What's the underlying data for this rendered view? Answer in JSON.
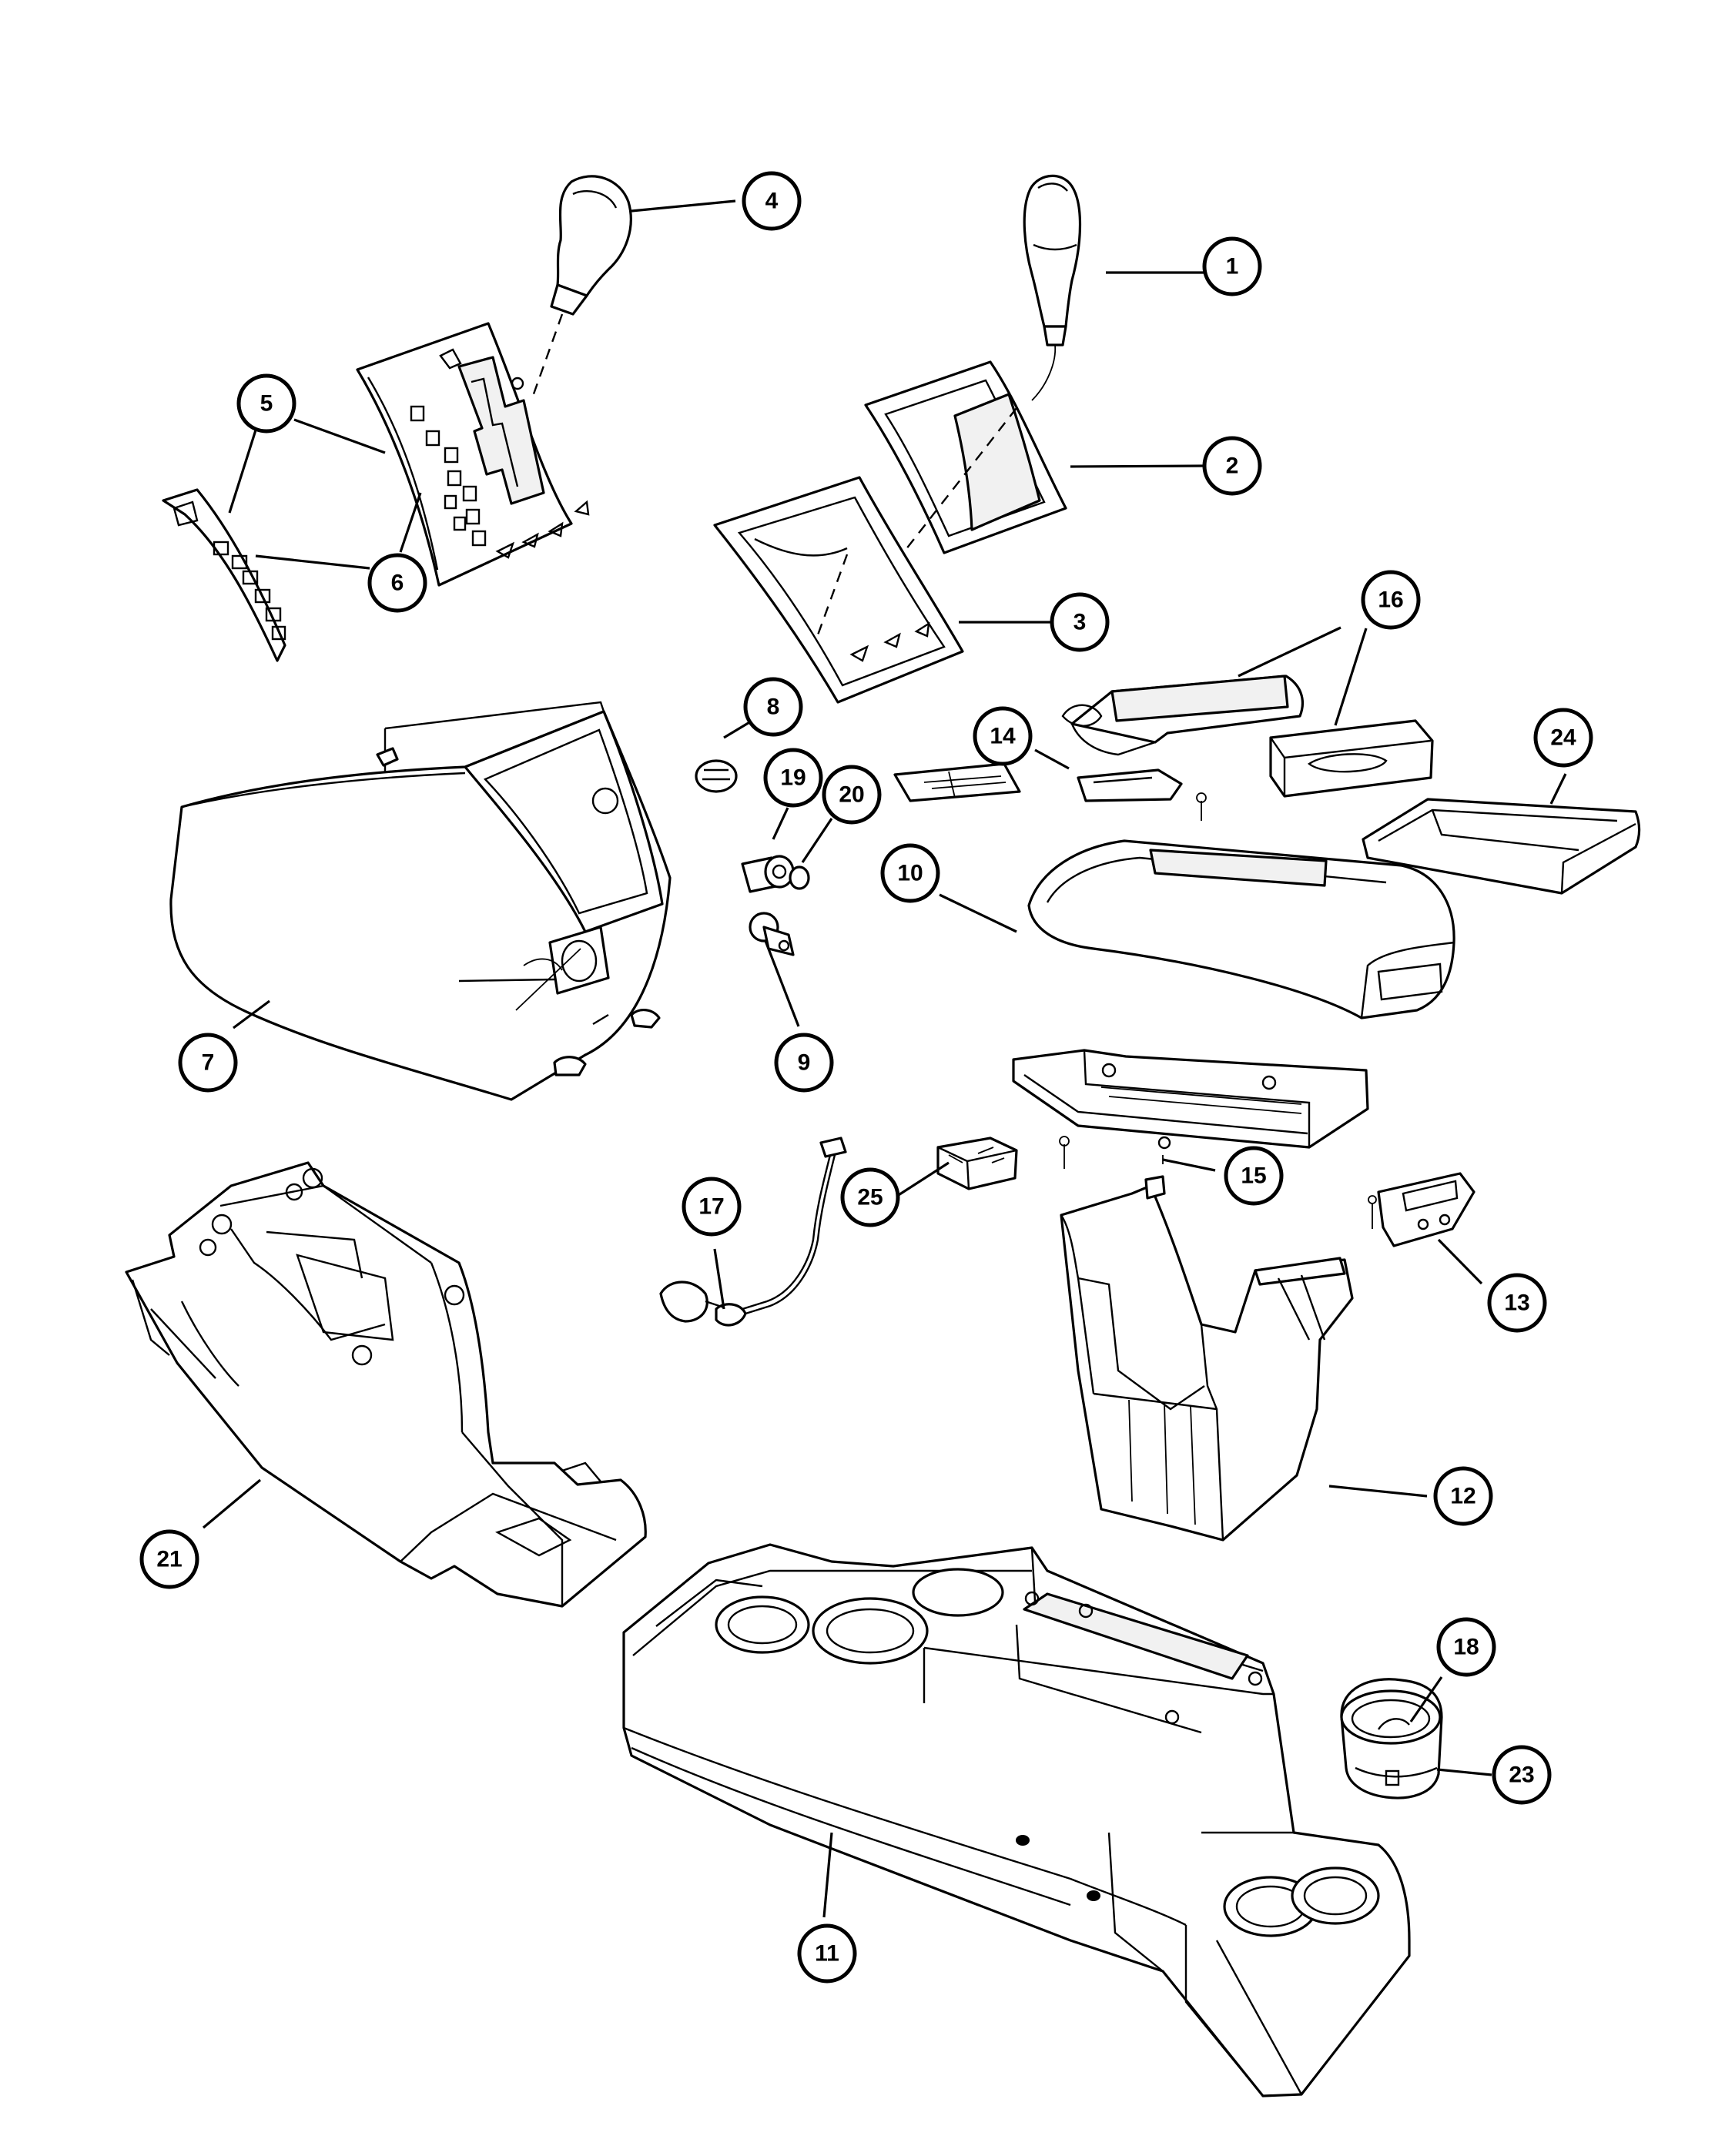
{
  "callouts": [
    "1",
    "2",
    "3",
    "4",
    "5",
    "6",
    "7",
    "8",
    "9",
    "10",
    "11",
    "12",
    "13",
    "14",
    "15",
    "16",
    "17",
    "18",
    "19",
    "20",
    "21",
    "23",
    "24",
    "25"
  ]
}
